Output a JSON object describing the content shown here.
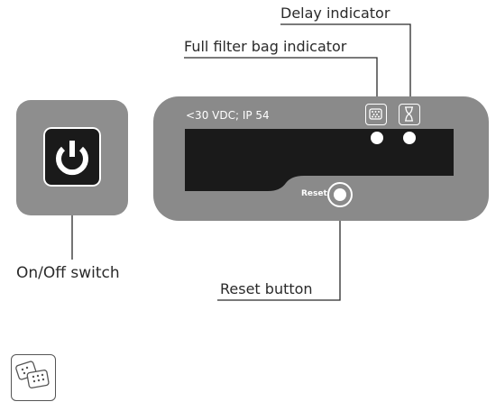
{
  "callouts": {
    "delay": "Delay indicator",
    "full_filter_bag": "Full filter bag indicator",
    "on_off": "On/Off switch",
    "reset": "Reset button"
  },
  "panel": {
    "spec_text": "<30 VDC; IP 54",
    "reset_label": "Reset"
  },
  "icons": {
    "power": "power-icon",
    "filter_bag": "filter-bag-icon",
    "delay": "hourglass-icon",
    "legend": "filter-bag-icon"
  },
  "colors": {
    "panel": "#8a8a8a",
    "display": "#1a1a1a",
    "button": "#1c1c1c",
    "indicator": "#ffffff",
    "text": "#2a2a2a"
  }
}
